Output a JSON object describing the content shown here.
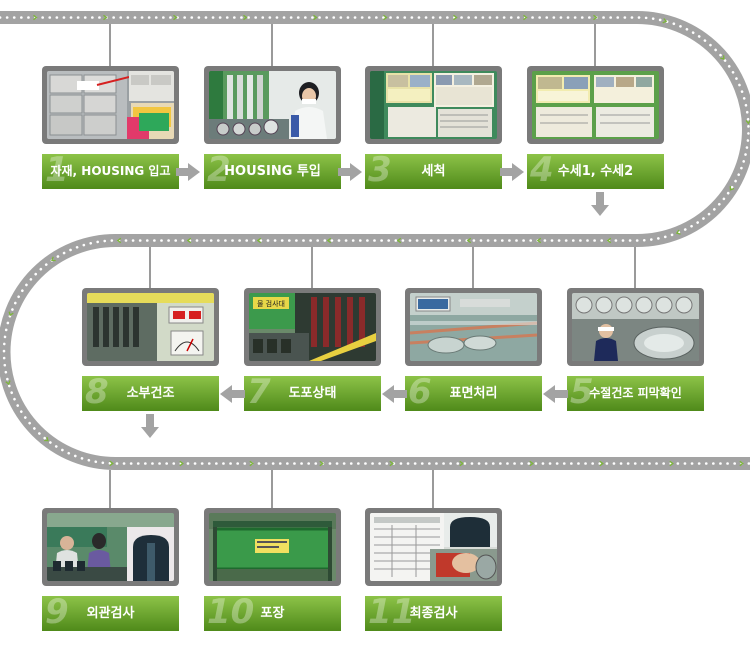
{
  "colors": {
    "belt": "#a3a3a3",
    "belt_dot": "#ffffff",
    "belt_chevron": "#7cb53a",
    "label_top": "#8dc348",
    "label_bottom": "#4f8a1a",
    "photo_frame": "#7a7a7a"
  },
  "steps": [
    {
      "num": "1",
      "label": "자재, HOUSING 입고",
      "photo_icon": "warehouse-boxes-photo"
    },
    {
      "num": "2",
      "label": "HOUSING 투입",
      "photo_icon": "worker-loading-photo"
    },
    {
      "num": "3",
      "label": "세척",
      "photo_icon": "washing-board-photo"
    },
    {
      "num": "4",
      "label": "수세1, 수세2",
      "photo_icon": "rinse-board-photo"
    },
    {
      "num": "5",
      "label": "수절건조 피막확인",
      "photo_icon": "drying-inspection-photo"
    },
    {
      "num": "6",
      "label": "표면처리",
      "photo_icon": "surface-treatment-photo"
    },
    {
      "num": "7",
      "label": "도포상태",
      "photo_icon": "coating-line-photo"
    },
    {
      "num": "8",
      "label": "소부건조",
      "photo_icon": "baking-oven-photo"
    },
    {
      "num": "9",
      "label": "외관검사",
      "photo_icon": "visual-inspection-photo"
    },
    {
      "num": "10",
      "label": "포장",
      "photo_icon": "packing-cart-photo"
    },
    {
      "num": "11",
      "label": "최종검사",
      "photo_icon": "final-inspection-photo"
    }
  ],
  "photo_texts": {
    "s7_sign": "물 검사대"
  }
}
